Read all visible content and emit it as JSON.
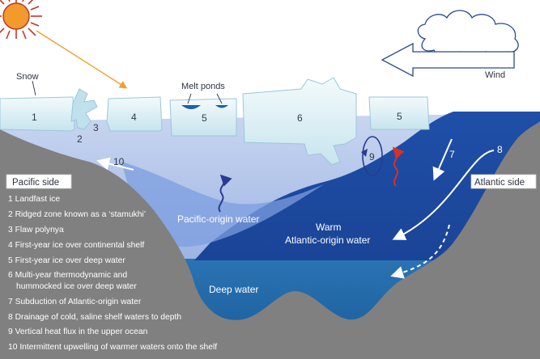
{
  "labels": {
    "snow": "Snow",
    "wind": "Wind",
    "melt_ponds": "Melt ponds",
    "pacific_side": "Pacific side",
    "atlantic_side": "Atlantic side",
    "pacific_water": "Pacific-origin water",
    "warm_line1": "Warm",
    "warm_line2": "Atlantic-origin water",
    "deep_water": "Deep water"
  },
  "numbers": {
    "n1": "1",
    "n2": "2",
    "n3": "3",
    "n4": "4",
    "n5a": "5",
    "n6": "6",
    "n5b": "5",
    "n7": "7",
    "n8": "8",
    "n9": "9",
    "n10": "10"
  },
  "legend": [
    "1 Landfast ice",
    "2 Ridged zone known as a ‘stamukhi’",
    "3 Flaw polynya",
    "4 First-year ice over continental shelf",
    "5 First-year ice over deep water",
    "6 Multi-year thermodynamic and",
    "hummocked ice over deep water",
    "7 Subduction of  Atlantic-origin water",
    "8 Drainage of cold, saline shelf waters to depth",
    "9 Vertical heat flux in the upper ocean",
    "10 Intermittent upwelling of warmer waters onto the shelf"
  ],
  "colors": {
    "sun": "#f29a2e",
    "sun_outline": "#c0392b",
    "sky_top": "#ffffff",
    "surface_water": "#a9bde6",
    "pacific_water": "#6d8fd6",
    "atlantic_water": "#1f4fa8",
    "deep_water": "#1d6aa8",
    "seabed": "#7f7f7f",
    "ice": "#dbeef5",
    "arrow_red": "#d93025",
    "arrow_blue": "#23357a"
  }
}
